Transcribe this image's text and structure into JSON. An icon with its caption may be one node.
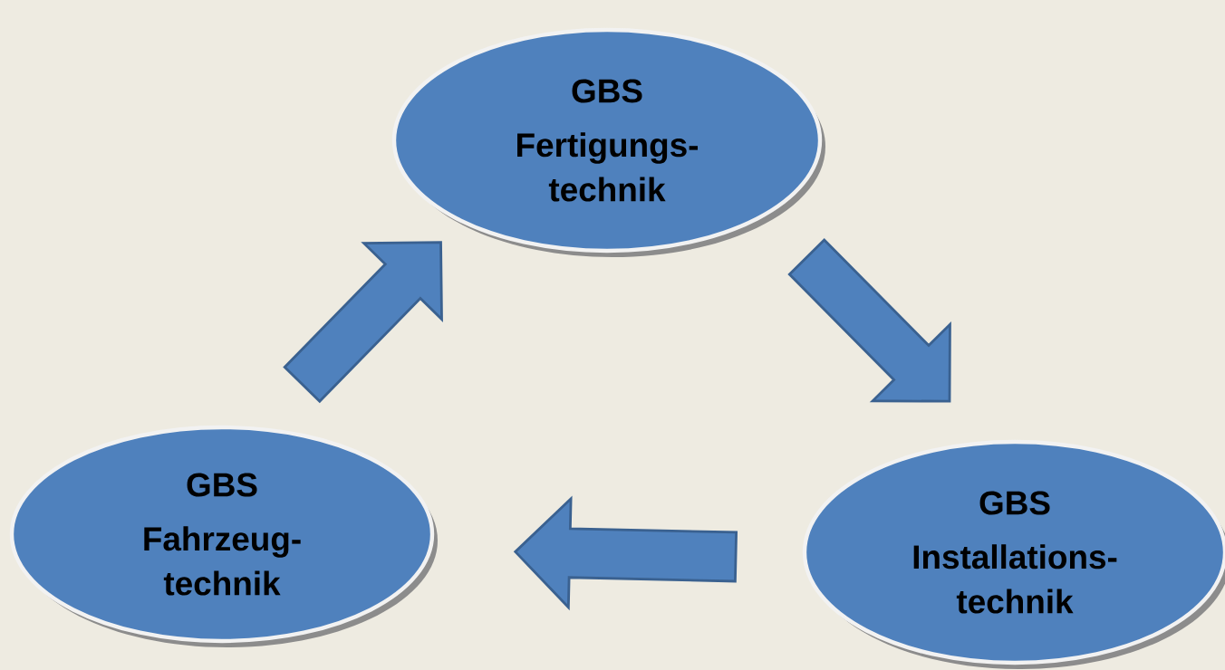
{
  "diagram": {
    "nodes": [
      {
        "text": [
          "GBS",
          "Fertigungs- technik"
        ]
      },
      {
        "text": [
          "GBS",
          "Installations- technik"
        ]
      },
      {
        "text": [
          "GBS",
          "Fahrzeug- technik"
        ]
      }
    ],
    "edges": [
      {
        "from": 2,
        "to": 0,
        "arrow": "to"
      },
      {
        "from": 0,
        "to": 1,
        "arrow": "to"
      },
      {
        "from": 1,
        "to": 2,
        "arrow": "to"
      }
    ]
  }
}
